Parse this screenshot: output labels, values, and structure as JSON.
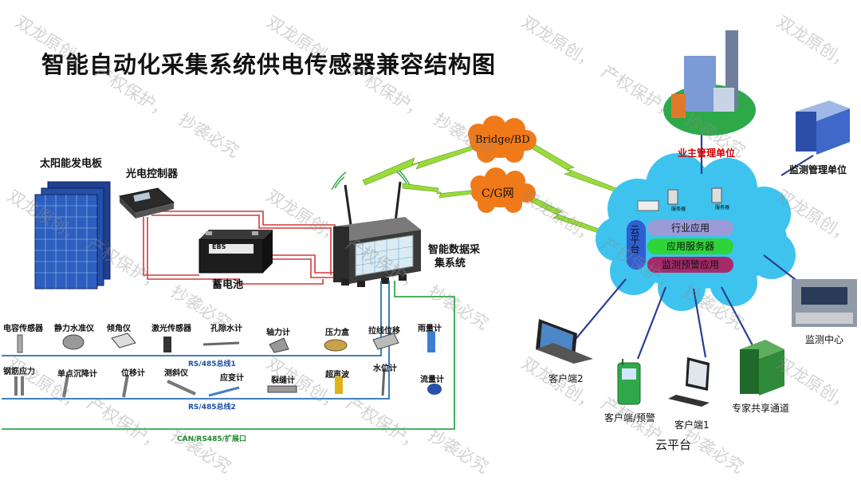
{
  "title": "智能自动化采集系统供电传感器兼容结构图",
  "power": {
    "solar_panel": "太阳能发电板",
    "controller": "光电控制器",
    "battery": "蓄电池",
    "battery_brand": "EBS"
  },
  "acquisition": {
    "label_line1": "智能数据采",
    "label_line2": "集系统"
  },
  "network": {
    "bridge": "Bridge/BD",
    "cg": "C/G网"
  },
  "cloud": {
    "side_label": "云平台",
    "server_label": "服务器",
    "layers": [
      "行业应用",
      "应用服务器",
      "监测预警应用"
    ],
    "caption": "云平台"
  },
  "endpoints": {
    "owner": "业主管理单位",
    "monitor_unit": "监测管理单位",
    "monitor_center": "监测中心",
    "client2": "客户端2",
    "client_alert": "客户端/预警",
    "client1": "客户端1",
    "expert": "专家共享通道"
  },
  "buses": {
    "bus1": "RS/485总线1",
    "bus2": "RS/485总线2",
    "bus3": "CAN/RS485/扩展口"
  },
  "sensors_row1": [
    "电容传感器",
    "静力水准仪",
    "倾角仪",
    "激光传感器",
    "孔隙水计",
    "轴力计",
    "压力盒",
    "拉线位移",
    "雨量计"
  ],
  "sensors_row2": [
    "钢筋应力",
    "单点沉降计",
    "位移计",
    "测斜仪",
    "应变计",
    "裂缝计",
    "超声波",
    "水位计",
    "流量计"
  ],
  "watermark": [
    "双龙原创，",
    "产权保护，",
    "抄袭必究"
  ],
  "colors": {
    "bus_blue": "#2a6fb8",
    "bus_green": "#2fa84a",
    "power_red": "#d23a3a",
    "cloud": "#3ec3ef",
    "flash": "#9adb3c",
    "net_orange": "#f07a1a",
    "layer_purple": "#9b9bd8",
    "layer_green": "#2fd33a",
    "layer_magenta": "#a52a6a",
    "side_blue": "#2f5fd0"
  }
}
